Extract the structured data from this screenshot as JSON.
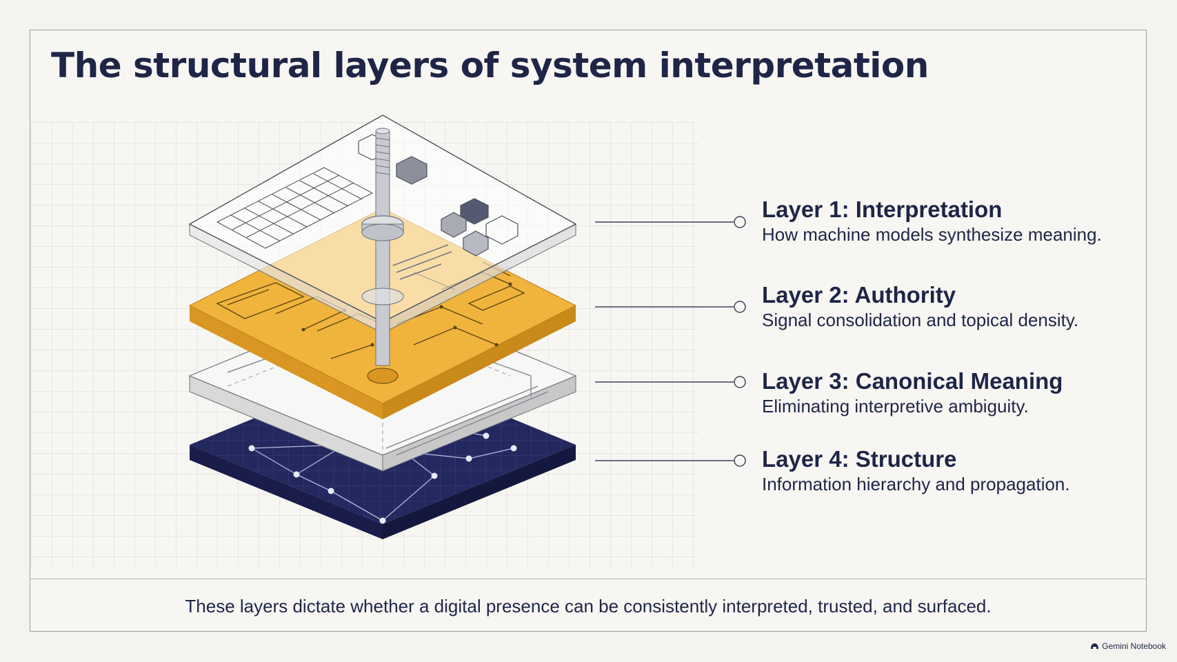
{
  "title": "The structural layers of system interpretation",
  "layers": [
    {
      "title": "Layer 1: Interpretation",
      "description": "How machine models synthesize meaning."
    },
    {
      "title": "Layer 2: Authority",
      "description": "Signal consolidation and topical density."
    },
    {
      "title": "Layer 3: Canonical Meaning",
      "description": "Eliminating interpretive ambiguity."
    },
    {
      "title": "Layer 4: Structure",
      "description": "Information hierarchy and propagation."
    }
  ],
  "footer": "These layers dictate whether a digital presence can be consistently interpreted, trusted, and surfaced.",
  "brand": "Gemini Notebook",
  "colors": {
    "navy": "#23285e",
    "amber": "#f0b33c",
    "ink": "#1f2547",
    "grid": "#d4d4d4"
  }
}
